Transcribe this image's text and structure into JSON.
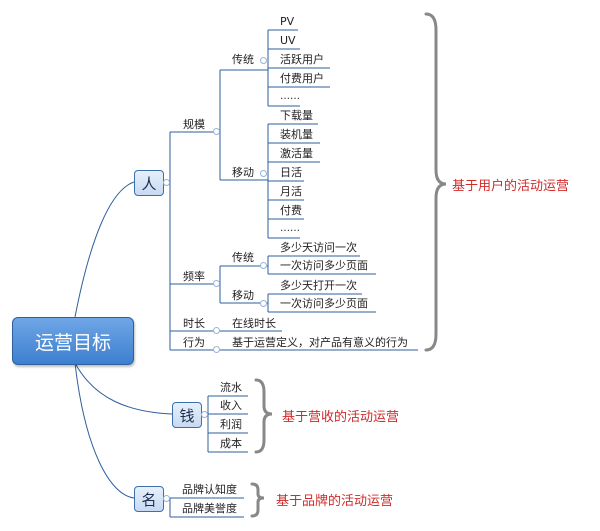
{
  "root": {
    "label": "运营目标"
  },
  "ren": {
    "label": "人",
    "guimo": {
      "label": "规模",
      "chuantong": {
        "label": "传统",
        "items": [
          "PV",
          "UV",
          "活跃用户",
          "付费用户",
          "……"
        ]
      },
      "yidong": {
        "label": "移动",
        "items": [
          "下载量",
          "装机量",
          "激活量",
          "日活",
          "月活",
          "付费",
          "……"
        ]
      }
    },
    "pinlv": {
      "label": "频率",
      "chuantong": {
        "label": "传统",
        "items": [
          "多少天访问一次",
          "一次访问多少页面"
        ]
      },
      "yidong": {
        "label": "移动",
        "items": [
          "多少天打开一次",
          "一次访问多少页面"
        ]
      }
    },
    "shichang": {
      "label": "时长",
      "item": "在线时长"
    },
    "xingwei": {
      "label": "行为",
      "item": "基于运营定义，对产品有意义的行为"
    },
    "note": "基于用户的活动运营"
  },
  "qian": {
    "label": "钱",
    "items": [
      "流水",
      "收入",
      "利润",
      "成本"
    ],
    "note": "基于营收的活动运营"
  },
  "ming": {
    "label": "名",
    "items": [
      "品牌认知度",
      "品牌美誉度"
    ],
    "note": "基于品牌的活动运营"
  },
  "colors": {
    "line": "#2f5f9c",
    "note": "#d02a2a",
    "brace": "#888888"
  }
}
